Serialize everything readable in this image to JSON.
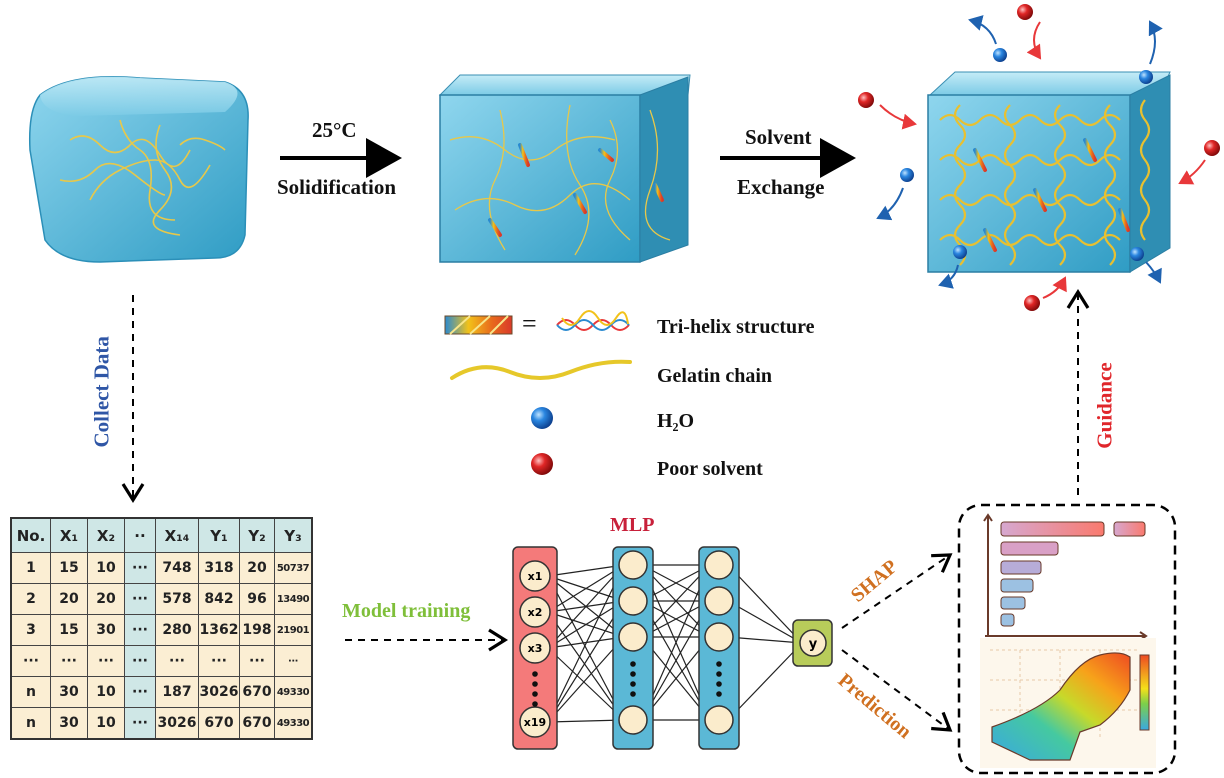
{
  "top_flow": {
    "step1_top": "25°C",
    "step1_bottom": "Solidification",
    "step2_top": "Solvent",
    "step2_bottom": "Exchange"
  },
  "legend": {
    "tri_helix": "Tri-helix structure",
    "equals": "=",
    "gelatin_chain": "Gelatin chain",
    "water": "H₂O",
    "poor_solvent": "Poor solvent"
  },
  "side_labels": {
    "collect_data": "Collect Data",
    "guidance": "Guidance",
    "model_training": "Model training",
    "mlp": "MLP",
    "shap": "SHAP",
    "prediction": "Prediction"
  },
  "mlp": {
    "inputs": [
      "x1",
      "x2",
      "x3",
      "x19"
    ],
    "output": "y"
  },
  "table": {
    "headers": [
      "No.",
      "X₁",
      "X₂",
      "··",
      "X₁₄",
      "Y₁",
      "Y₂",
      "Y₃"
    ],
    "rows": [
      [
        "1",
        "15",
        "10",
        "···",
        "748",
        "318",
        "20",
        "50737"
      ],
      [
        "2",
        "20",
        "20",
        "···",
        "578",
        "842",
        "96",
        "13490"
      ],
      [
        "3",
        "15",
        "30",
        "···",
        "280",
        "1362",
        "198",
        "21901"
      ],
      [
        "···",
        "···",
        "···",
        "···",
        "···",
        "···",
        "···",
        "···"
      ],
      [
        "n",
        "30",
        "10",
        "···",
        "187",
        "3026",
        "670",
        "49330"
      ],
      [
        "n",
        "30",
        "10",
        "···",
        "3026",
        "670",
        "670",
        "49330"
      ]
    ]
  },
  "colors": {
    "collect_data": "#2f56a6",
    "guidance": "#e0262b",
    "model_training": "#7fbf3a",
    "mlp": "#c8203a",
    "shap_prediction": "#d07020",
    "water": "#1e6fd0",
    "poor_solvent": "#d01a1a"
  }
}
